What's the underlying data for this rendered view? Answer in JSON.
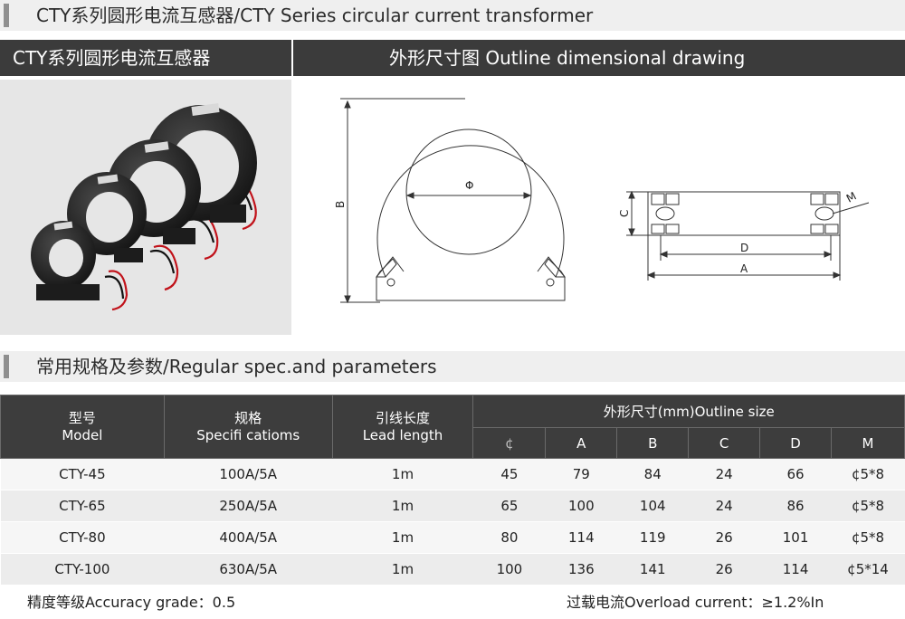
{
  "top_title": "CTY系列圆形电流互感器/CTY Series circular current transformer",
  "product_panel_title": "CTY系列圆形电流互感器",
  "drawing_panel_title": "外形尺寸图 Outline dimensional drawing",
  "drawing_labels": {
    "phi": "Φ",
    "b": "B",
    "c": "C",
    "d": "D",
    "a": "A",
    "m": "M"
  },
  "params_title": "常用规格及参数/Regular spec.and parameters",
  "table": {
    "model_cn": "型号",
    "model_en": "Model",
    "spec_cn": "规格",
    "spec_en": "Specifi catioms",
    "lead_cn": "引线长度",
    "lead_en": "Lead length",
    "outline_header": "外形尺寸(mm)Outline size",
    "sub_headers": [
      "¢",
      "A",
      "B",
      "C",
      "D",
      "M"
    ],
    "rows": [
      [
        "CTY-45",
        "100A/5A",
        "1m",
        "45",
        "79",
        "84",
        "24",
        "66",
        "¢5*8"
      ],
      [
        "CTY-65",
        "250A/5A",
        "1m",
        "65",
        "100",
        "104",
        "24",
        "86",
        "¢5*8"
      ],
      [
        "CTY-80",
        "400A/5A",
        "1m",
        "80",
        "114",
        "119",
        "26",
        "101",
        "¢5*8"
      ],
      [
        "CTY-100",
        "630A/5A",
        "1m",
        "100",
        "136",
        "141",
        "26",
        "114",
        "¢5*14"
      ]
    ]
  },
  "footer_accuracy": "精度等级Accuracy grade：0.5",
  "footer_overload": "过载电流Overload current：≥1.2%In"
}
